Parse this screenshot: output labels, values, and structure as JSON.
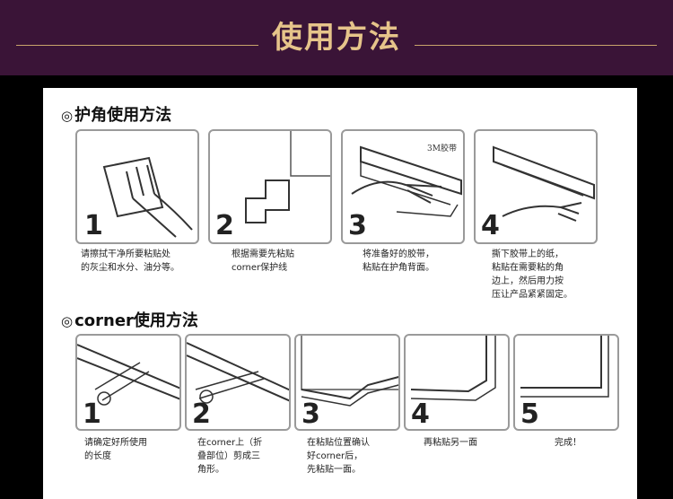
{
  "banner": {
    "title": "使用方法"
  },
  "section1": {
    "marker": "◎",
    "title": "护角使用方法",
    "steps": [
      {
        "num": "1",
        "caption": "请擦拭干净所要粘贴处\n的灰尘和水分、油分等。"
      },
      {
        "num": "2",
        "caption": "根据需要先粘贴\ncorner保护线"
      },
      {
        "num": "3",
        "caption": "将准备好的胶带，\n粘贴在护角背面。",
        "tape_label": "3M胶带"
      },
      {
        "num": "4",
        "caption": "撕下胶带上的纸，\n粘贴在需要粘的角\n边上，然后用力按\n压让产品紧紧固定。"
      }
    ]
  },
  "section2": {
    "marker": "◎",
    "title": "corner使用方法",
    "steps": [
      {
        "num": "1",
        "caption": "请确定好所使用\n的长度"
      },
      {
        "num": "2",
        "caption": "在corner上（折\n叠部位）剪成三\n角形。"
      },
      {
        "num": "3",
        "caption": "在粘贴位置确认\n好corner后，\n先粘贴一面。"
      },
      {
        "num": "4",
        "caption": "再粘贴另一面"
      },
      {
        "num": "5",
        "caption": "完成！"
      }
    ]
  },
  "colors": {
    "banner_bg": "#3a1437",
    "banner_text": "#e6c48a"
  }
}
